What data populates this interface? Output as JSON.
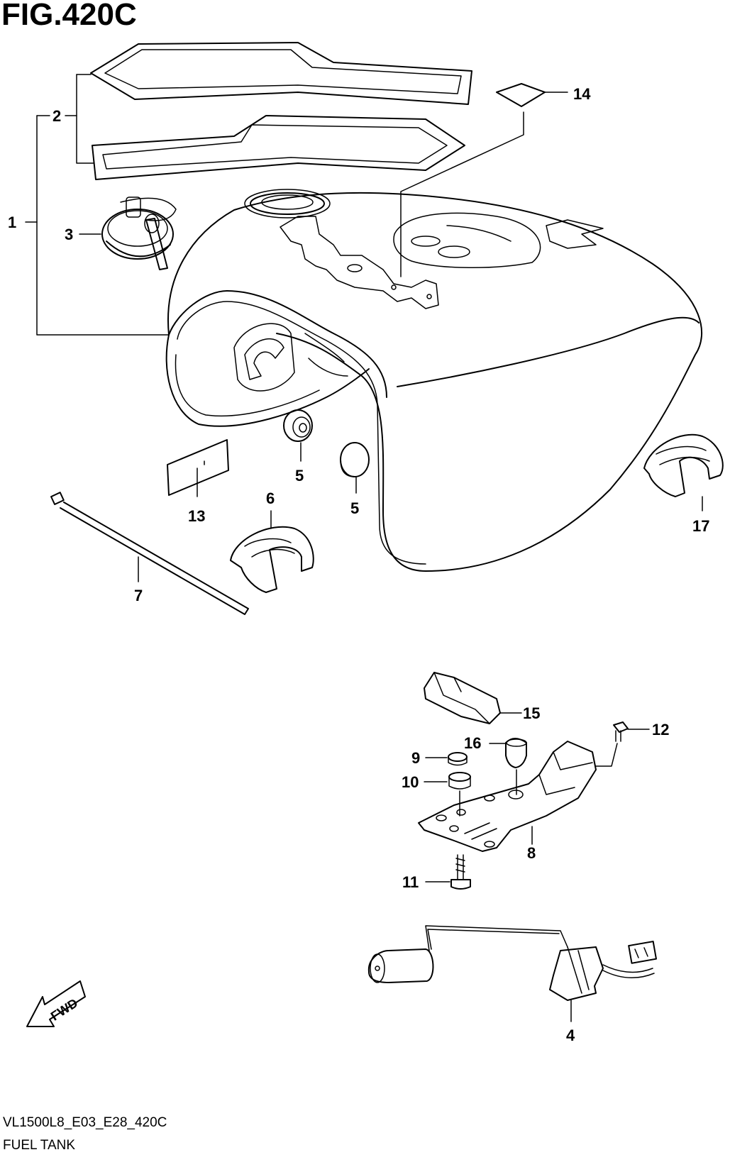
{
  "figure": {
    "title": "FIG.420C",
    "code": "VL1500L8_E03_E28_420C",
    "name": "FUEL TANK"
  },
  "fwd_label": "FWD",
  "callouts": [
    "1",
    "2",
    "3",
    "4",
    "5",
    "5",
    "6",
    "7",
    "8",
    "9",
    "10",
    "11",
    "12",
    "13",
    "14",
    "15",
    "16",
    "17"
  ]
}
